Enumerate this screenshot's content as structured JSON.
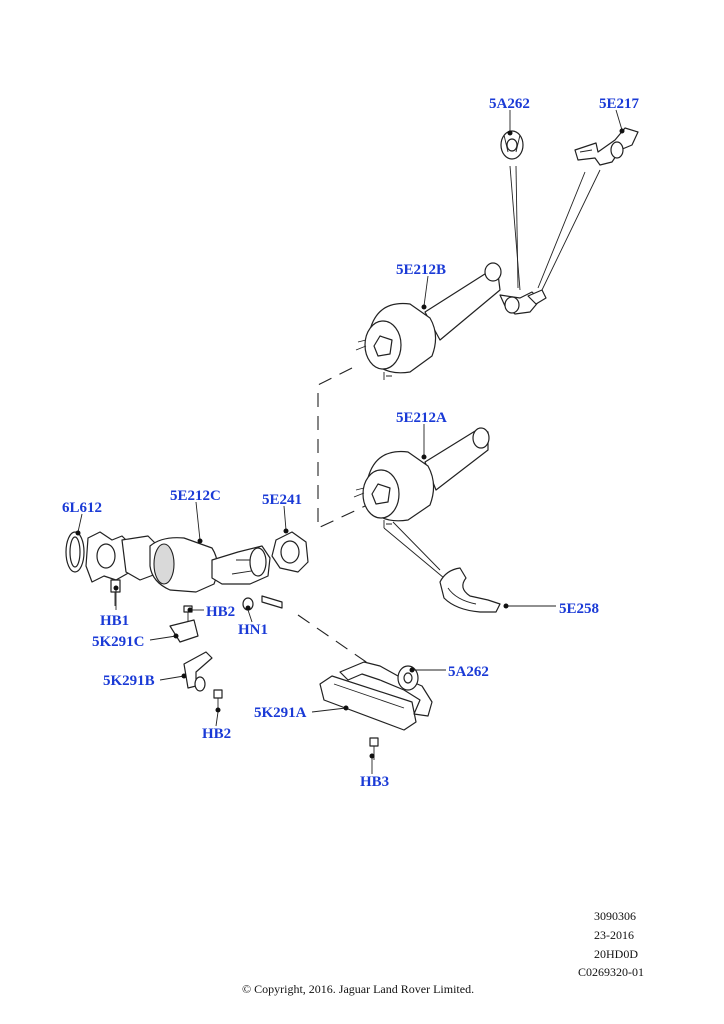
{
  "callouts": {
    "c5A262_top": "5A262",
    "c5E217": "5E217",
    "c5E212B": "5E212B",
    "c5E212A": "5E212A",
    "c6L612": "6L612",
    "c5E212C": "5E212C",
    "c5E241": "5E241",
    "cHB1": "HB1",
    "cHB2_a": "HB2",
    "cHN1": "HN1",
    "c5K291C": "5K291C",
    "c5K291B": "5K291B",
    "cHB2_b": "HB2",
    "c5E258": "5E258",
    "c5A262_bottom": "5A262",
    "c5K291A": "5K291A",
    "cHB3": "HB3"
  },
  "meta": {
    "line1": "3090306",
    "line2": "23-2016",
    "line3": "20HD0D",
    "line4": "C0269320-01"
  },
  "copyright": "© Copyright, 2016. Jaguar Land Rover Limited.",
  "colors": {
    "callout": "#1a3ad6",
    "line": "#222222",
    "background": "#ffffff"
  }
}
